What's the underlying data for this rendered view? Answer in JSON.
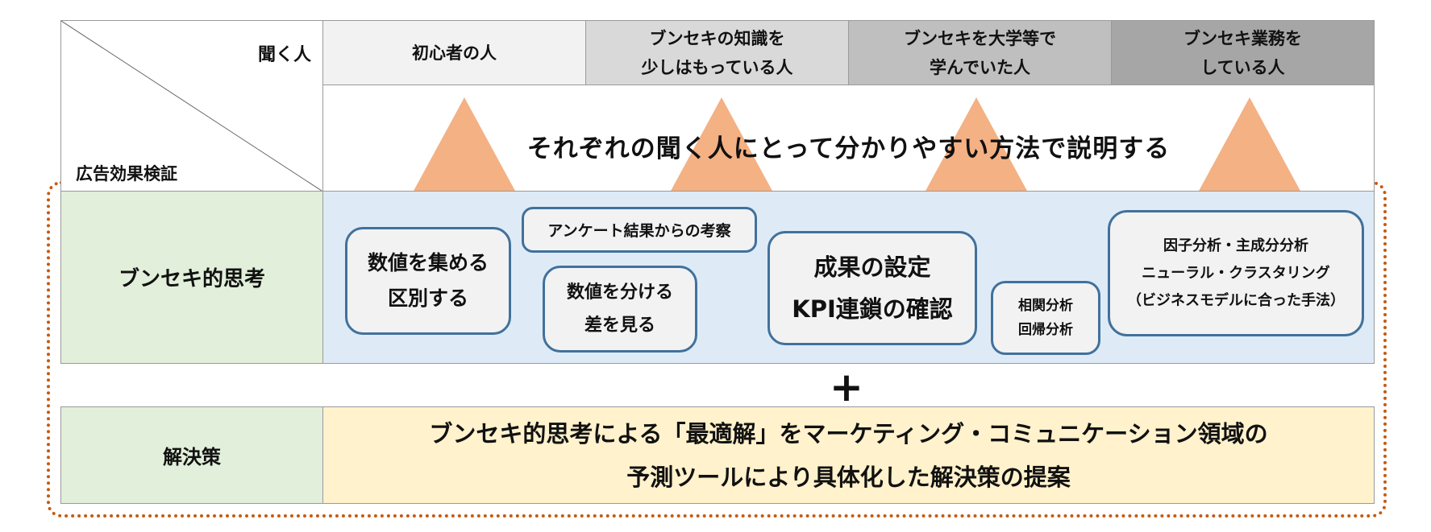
{
  "header": {
    "corner_top": "聞く人",
    "corner_bottom": "広告効果検証",
    "audiences": [
      {
        "lines": [
          "初心者の人"
        ],
        "bg": "#f2f2f2"
      },
      {
        "lines": [
          "ブンセキの知識を",
          "少しはもっている人"
        ],
        "bg": "#d9d9d9"
      },
      {
        "lines": [
          "ブンセキを大学等で",
          "学んでいた人"
        ],
        "bg": "#bfbfbf"
      },
      {
        "lines": [
          "ブンセキ業務を",
          "している人"
        ],
        "bg": "#a6a6a6"
      }
    ]
  },
  "explain_row": {
    "text": "それぞれの聞く人にとって分かりやすい方法で説明する",
    "triangle_color": "#f4b183"
  },
  "thinking_row": {
    "label": "ブンセキ的思考",
    "bg": "#deebf7",
    "boxes": [
      {
        "id": "collect",
        "lines": [
          "数値を集める",
          "区別する"
        ]
      },
      {
        "id": "survey",
        "lines": [
          "アンケート結果からの考察"
        ]
      },
      {
        "id": "divide",
        "lines": [
          "数値を分ける",
          "差を見る"
        ]
      },
      {
        "id": "kpi",
        "lines": [
          "成果の設定",
          "KPI連鎖の確認"
        ]
      },
      {
        "id": "correlation",
        "lines": [
          "相関分析",
          "回帰分析"
        ]
      },
      {
        "id": "factor",
        "lines": [
          "因子分析・主成分分析",
          "ニューラル・クラスタリング",
          "（ビジネスモデルに合った手法）"
        ]
      }
    ]
  },
  "plus": "+",
  "solution_row": {
    "label": "解決策",
    "bg": "#fff2cc",
    "lines": [
      "ブンセキ的思考による「最適解」をマーケティング・コミュニケーション領域の",
      "予測ツールにより具体化した解決策の提案"
    ]
  },
  "colors": {
    "label_green": "#e2efda",
    "box_border": "#41719c",
    "dotted_border": "#c55a11"
  }
}
